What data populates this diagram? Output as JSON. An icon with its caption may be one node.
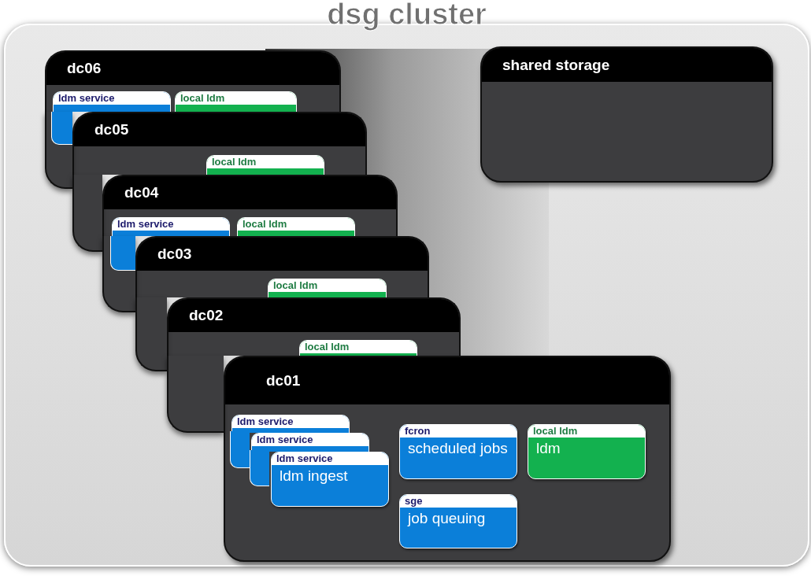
{
  "diagram": {
    "nodes": [
      {
        "text": [
          "dsg cluster"
        ]
      },
      {
        "text": [
          "dc06"
        ],
        "in": 0
      },
      {
        "text": [
          "ldm service"
        ],
        "in": 1
      },
      {
        "text": [
          "local ldm"
        ],
        "in": 1
      },
      {
        "text": [
          "dc05"
        ],
        "in": 0
      },
      {
        "text": [
          "local ldm"
        ],
        "in": 4
      },
      {
        "text": [
          "dc04"
        ],
        "in": 0
      },
      {
        "text": [
          "ldm service"
        ],
        "in": 6
      },
      {
        "text": [
          "local ldm"
        ],
        "in": 6
      },
      {
        "text": [
          "dc03"
        ],
        "in": 0
      },
      {
        "text": [
          "local ldm"
        ],
        "in": 9
      },
      {
        "text": [
          "dc02"
        ],
        "in": 0
      },
      {
        "text": [
          "local ldm"
        ],
        "in": 11
      },
      {
        "text": [
          "dc01"
        ],
        "in": 0
      },
      {
        "text": [
          "ldm service"
        ],
        "in": 13
      },
      {
        "text": [
          "ldm service"
        ],
        "in": 13
      },
      {
        "text": [
          "ldm service",
          "ldm ingest"
        ],
        "in": 13
      },
      {
        "text": [
          "fcron",
          "scheduled jobs"
        ],
        "in": 13
      },
      {
        "text": [
          "local ldm",
          "ldm"
        ],
        "in": 13
      },
      {
        "text": [
          "sge",
          "job queuing"
        ],
        "in": 13
      },
      {
        "text": [
          "shared storage"
        ],
        "in": 0
      }
    ]
  }
}
